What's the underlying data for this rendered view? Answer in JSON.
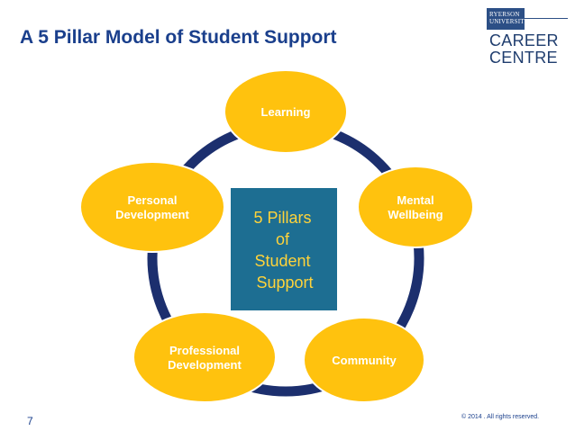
{
  "slide": {
    "title": "A 5 Pillar Model of Student Support",
    "page_number": "7",
    "copyright": "© 2014 . All rights reserved."
  },
  "logo": {
    "university_line1": "RYERSON",
    "university_line2": "UNIVERSITY",
    "line1": "CAREER",
    "line2": "CENTRE"
  },
  "colors": {
    "title": "#1a3f8c",
    "pillar_fill": "#ffc20e",
    "pillar_stroke": "#ffffff",
    "ring": "#1c2f6e",
    "center_fill": "#1d6e92",
    "center_text": "#ffd33a",
    "pillar_text": "#ffffff"
  },
  "diagram": {
    "center": {
      "lines": [
        "5 Pillars",
        "of",
        "Student",
        "Support"
      ]
    },
    "pillars": [
      {
        "id": "learning",
        "lines": [
          "Learning"
        ]
      },
      {
        "id": "mental-wellbeing",
        "lines": [
          "Mental",
          "Wellbeing"
        ]
      },
      {
        "id": "community",
        "lines": [
          "Community"
        ]
      },
      {
        "id": "professional-development",
        "lines": [
          "Professional",
          "Development"
        ]
      },
      {
        "id": "personal-development",
        "lines": [
          "Personal",
          "Development"
        ]
      }
    ]
  }
}
